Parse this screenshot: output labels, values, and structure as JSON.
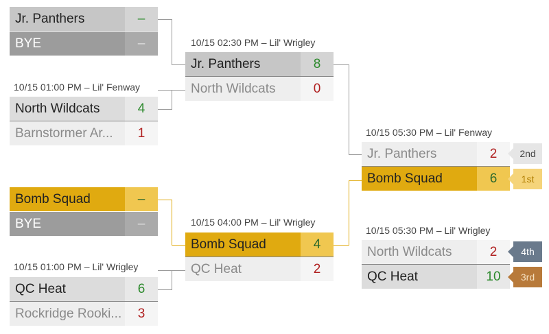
{
  "round1": [
    {
      "caption": "",
      "team1": {
        "name": "Jr. Panthers",
        "score": "–"
      },
      "team2": {
        "name": "BYE",
        "score": "–"
      }
    },
    {
      "caption": "10/15 01:00 PM – Lil' Fenway",
      "team1": {
        "name": "North Wildcats",
        "score": "4"
      },
      "team2": {
        "name": "Barnstormer Ar...",
        "score": "1"
      }
    },
    {
      "caption": "",
      "team1": {
        "name": "Bomb Squad",
        "score": "–"
      },
      "team2": {
        "name": "BYE",
        "score": "–"
      }
    },
    {
      "caption": "10/15 01:00 PM – Lil' Wrigley",
      "team1": {
        "name": "QC Heat",
        "score": "6"
      },
      "team2": {
        "name": "Rockridge Rooki...",
        "score": "3"
      }
    }
  ],
  "round2": [
    {
      "caption": "10/15 02:30 PM – Lil' Wrigley",
      "team1": {
        "name": "Jr. Panthers",
        "score": "8"
      },
      "team2": {
        "name": "North Wildcats",
        "score": "0"
      }
    },
    {
      "caption": "10/15 04:00 PM – Lil' Wrigley",
      "team1": {
        "name": "Bomb Squad",
        "score": "4"
      },
      "team2": {
        "name": "QC Heat",
        "score": "2"
      }
    }
  ],
  "final": {
    "caption": "10/15 05:30 PM – Lil' Fenway",
    "team1": {
      "name": "Jr. Panthers",
      "score": "2",
      "place": "2nd"
    },
    "team2": {
      "name": "Bomb Squad",
      "score": "6",
      "place": "1st"
    }
  },
  "third": {
    "caption": "10/15 05:30 PM – Lil' Wrigley",
    "team1": {
      "name": "North Wildcats",
      "score": "2",
      "place": "4th"
    },
    "team2": {
      "name": "QC Heat",
      "score": "10",
      "place": "3rd"
    }
  },
  "colors": {
    "highlight": "#e0aa10",
    "win_score": "#2d8a2d",
    "lose_score": "#b02020"
  }
}
